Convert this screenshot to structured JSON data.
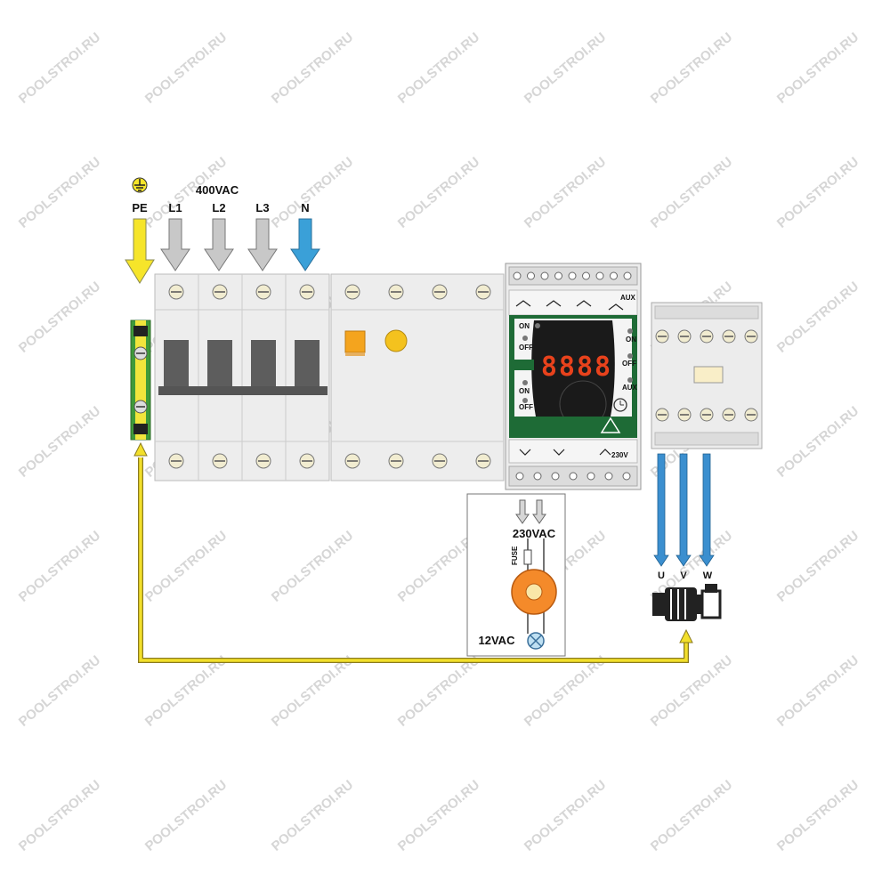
{
  "supply": {
    "voltage": "400VAC",
    "pe_label": "PE",
    "phases": [
      "L1",
      "L2",
      "L3"
    ],
    "neutral": "N"
  },
  "controller": {
    "display": "8888",
    "led_labels": {
      "on1": "ON",
      "off1": "OFF",
      "on2": "ON",
      "off2": "OFF",
      "on_r": "ON",
      "off_r": "OFF",
      "aux": "AUX"
    },
    "top_aux": "AUX",
    "bottom_voltage": "230V"
  },
  "light": {
    "supply": "230VAC",
    "fuse": "FUSE",
    "lamp": "12VAC"
  },
  "motor": {
    "terminals": [
      "U",
      "V",
      "W"
    ]
  },
  "watermark": "POOLSTROI.RU",
  "colors": {
    "pe": "#f6e52a",
    "phase": "#c8c8c8",
    "neutral": "#3aa0d8",
    "output": "#3b8fcf",
    "display": "#e8421c",
    "panel": "#1e6b36",
    "wire": "#f2df2a"
  }
}
